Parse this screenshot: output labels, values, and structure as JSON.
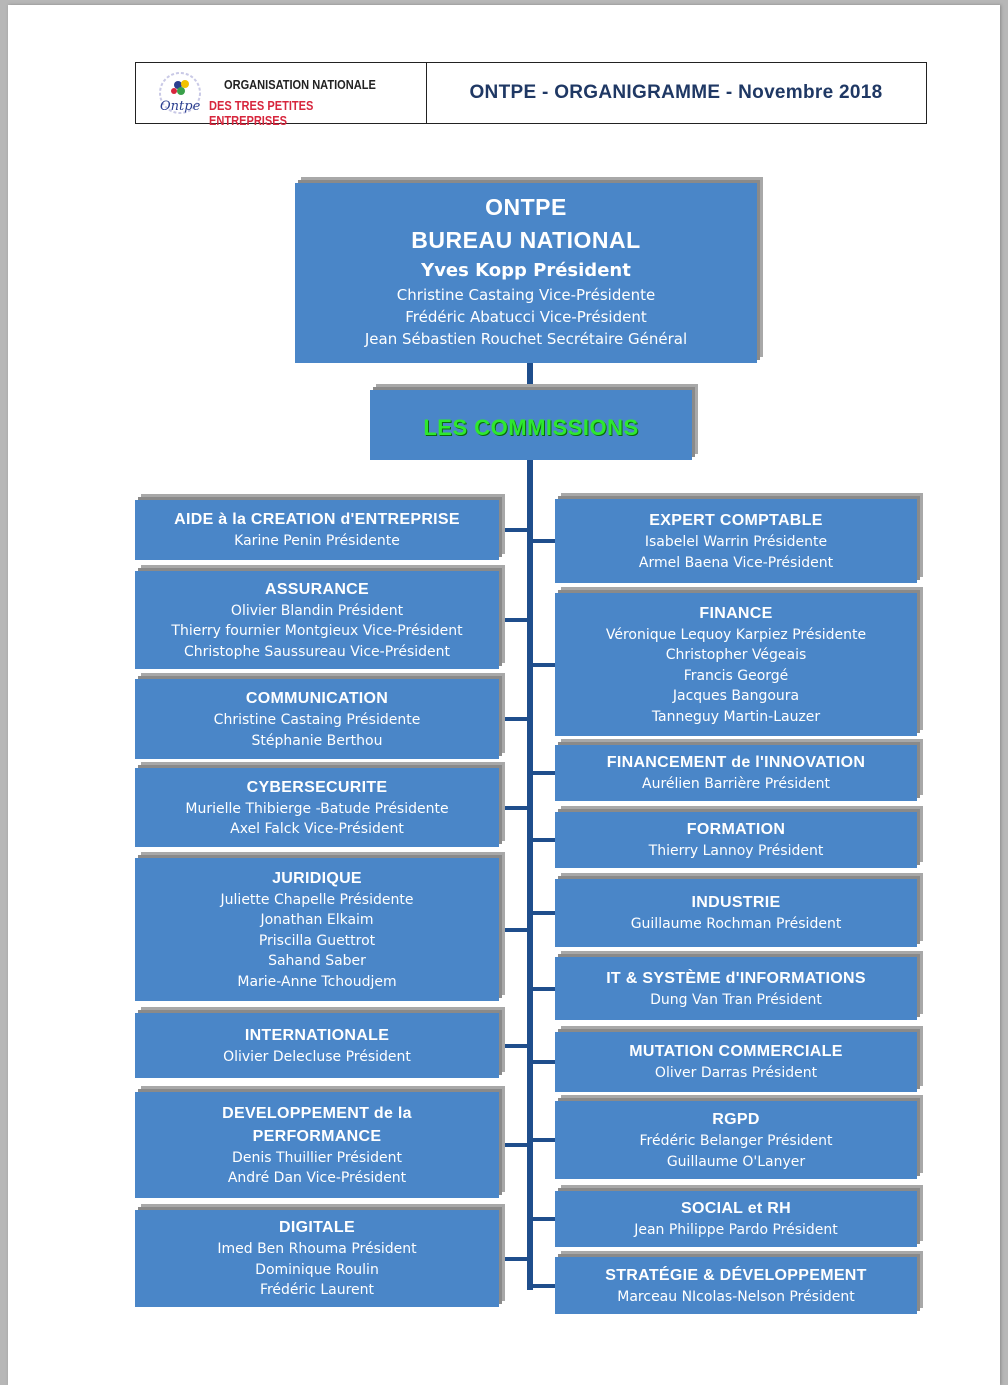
{
  "header": {
    "logo_line1": "ORGANISATION NATIONALE",
    "logo_line2": "DES TRES PETITES ENTREPRISES",
    "logo_script": "Ontpe",
    "title": "ONTPE - ORGANIGRAMME - Novembre 2018"
  },
  "bureau": {
    "line1": "ONTPE",
    "line2": "BUREAU  NATIONAL",
    "president": "Yves Kopp Président",
    "members": [
      "Christine Castaing Vice-Présidente",
      "Frédéric Abatucci Vice-Président",
      "Jean Sébastien Rouchet Secrétaire Général"
    ]
  },
  "commissions_title": "LES COMMISSIONS",
  "left_commissions": [
    {
      "title": [
        "AIDE à la CREATION d'ENTREPRISE"
      ],
      "members": [
        "Karine Penin  Présidente"
      ]
    },
    {
      "title": [
        "ASSURANCE"
      ],
      "members": [
        "Olivier Blandin Président",
        "Thierry fournier Montgieux Vice-Président",
        "Christophe Saussureau  Vice-Président"
      ]
    },
    {
      "title": [
        "COMMUNICATION"
      ],
      "members": [
        "Christine Castaing Présidente",
        "Stéphanie Berthou"
      ]
    },
    {
      "title": [
        "CYBERSECURITE"
      ],
      "members": [
        "Murielle Thibierge -Batude Présidente",
        "Axel Falck  Vice-Président"
      ]
    },
    {
      "title": [
        "JURIDIQUE"
      ],
      "members": [
        "Juliette Chapelle Présidente",
        "Jonathan Elkaim",
        "Priscilla Guettrot",
        "Sahand Saber",
        "Marie-Anne Tchoudjem"
      ]
    },
    {
      "title": [
        "INTERNATIONALE"
      ],
      "members": [
        "Olivier Delecluse Président"
      ]
    },
    {
      "title": [
        "DEVELOPPEMENT de la",
        "PERFORMANCE"
      ],
      "members": [
        "Denis Thuillier Président",
        "André Dan Vice-Président"
      ]
    },
    {
      "title": [
        "DIGITALE"
      ],
      "members": [
        "Imed Ben Rhouma Président",
        "Dominique Roulin",
        "Frédéric Laurent"
      ]
    }
  ],
  "right_commissions": [
    {
      "title": [
        "EXPERT COMPTABLE"
      ],
      "members": [
        "Isabelel Warrin Présidente",
        "Armel Baena Vice-Président"
      ]
    },
    {
      "title": [
        "FINANCE"
      ],
      "members": [
        "Véronique Lequoy Karpiez  Présidente",
        "Christopher Végeais",
        "Francis Georgé",
        "Jacques Bangoura",
        "Tanneguy Martin-Lauzer"
      ]
    },
    {
      "title": [
        "FINANCEMENT de l'INNOVATION"
      ],
      "members": [
        "Aurélien Barrière Président"
      ]
    },
    {
      "title": [
        "FORMATION"
      ],
      "members": [
        "Thierry Lannoy  Président"
      ]
    },
    {
      "title": [
        "INDUSTRIE"
      ],
      "members": [
        "Guillaume Rochman Président"
      ]
    },
    {
      "title": [
        "IT & SYSTÈME d'INFORMATIONS"
      ],
      "members": [
        "Dung Van Tran Président"
      ]
    },
    {
      "title": [
        "MUTATION COMMERCIALE"
      ],
      "members": [
        "Oliver Darras  Président"
      ]
    },
    {
      "title": [
        "RGPD"
      ],
      "members": [
        "Frédéric Belanger Président",
        "Guillaume O'Lanyer"
      ]
    },
    {
      "title": [
        "SOCIAL et RH"
      ],
      "members": [
        "Jean Philippe Pardo Président"
      ]
    },
    {
      "title": [
        "STRATÉGIE & DÉVELOPPEMENT"
      ],
      "members": [
        "Marceau NIcolas-Nelson Président"
      ]
    }
  ],
  "colors": {
    "box": "#4a86c8",
    "connector": "#1f4e8c",
    "commissions_text": "#2ee82e",
    "title": "#1f3864"
  }
}
